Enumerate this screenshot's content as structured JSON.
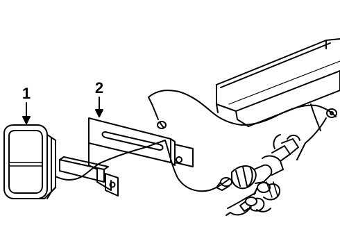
{
  "callouts": [
    {
      "label": "1",
      "part": "lamp-assembly"
    },
    {
      "label": "2",
      "part": "mounting-bracket"
    }
  ],
  "colors": {
    "ink": "#000000",
    "paper": "#ffffff"
  }
}
